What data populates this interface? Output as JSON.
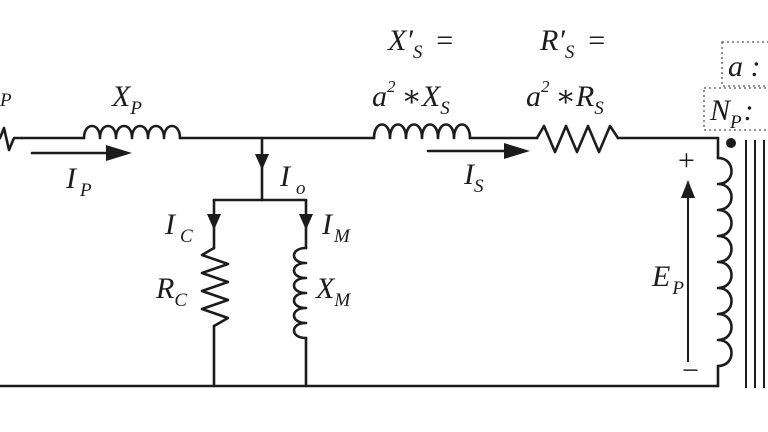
{
  "labels": {
    "xp": "X",
    "xp_sub": "P",
    "ip": "I",
    "ip_sub": "P",
    "io": "I",
    "io_sub": "o",
    "ic": "I",
    "ic_sub": "C",
    "im": "I",
    "im_sub": "M",
    "rc": "R",
    "rc_sub": "C",
    "xm": "X",
    "xm_sub": "M",
    "xs_prime_top": "X′",
    "xs_prime_top_sub": "S",
    "eq1": "=",
    "xs_formula_a": "a",
    "xs_formula_sup": "2",
    "xs_formula_rest": "∗X",
    "xs_formula_sub": "S",
    "rs_prime_top": "R′",
    "rs_prime_top_sub": "S",
    "eq2": "=",
    "rs_formula_a": "a",
    "rs_formula_sup": "2",
    "rs_formula_rest": "∗R",
    "rs_formula_sub": "S",
    "is": "I",
    "is_sub": "S",
    "ep": "E",
    "ep_sub": "P",
    "plus": "+",
    "minus": "−",
    "ratio_a": "a :",
    "np": "N",
    "np_sub": "P",
    "np_colon": ":",
    "left_sub": "P"
  }
}
